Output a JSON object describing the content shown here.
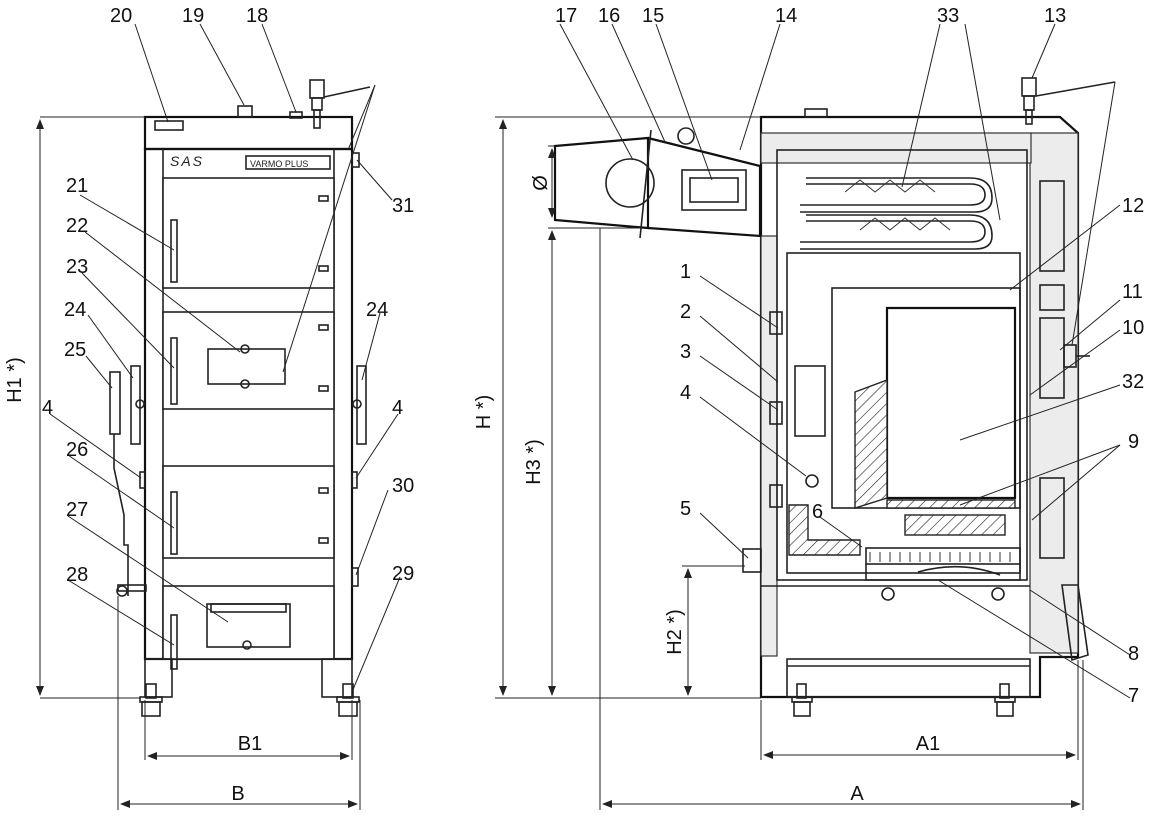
{
  "brand": {
    "logo": "SAS",
    "model": "VARMO PLUS"
  },
  "callouts": {
    "n1": "1",
    "n2": "2",
    "n3": "3",
    "n4a": "4",
    "n4b": "4",
    "n4c": "4",
    "n5": "5",
    "n6": "6",
    "n7": "7",
    "n8": "8",
    "n9": "9",
    "n10": "10",
    "n11": "11",
    "n12": "12",
    "n13": "13",
    "n14": "14",
    "n15": "15",
    "n16": "16",
    "n17": "17",
    "n18": "18",
    "n19": "19",
    "n20": "20",
    "n21": "21",
    "n22": "22",
    "n23": "23",
    "n24a": "24",
    "n24b": "24",
    "n25": "25",
    "n26": "26",
    "n27": "27",
    "n28": "28",
    "n29": "29",
    "n30": "30",
    "n31": "31",
    "n32": "32",
    "n33": "33"
  },
  "dimensions": {
    "H1": "H1 *)",
    "B1": "B1",
    "B": "B",
    "H": "H *)",
    "H3": "H3 *)",
    "H2": "H2 *)",
    "A1": "A1",
    "A": "A",
    "diameter": "Ø"
  }
}
